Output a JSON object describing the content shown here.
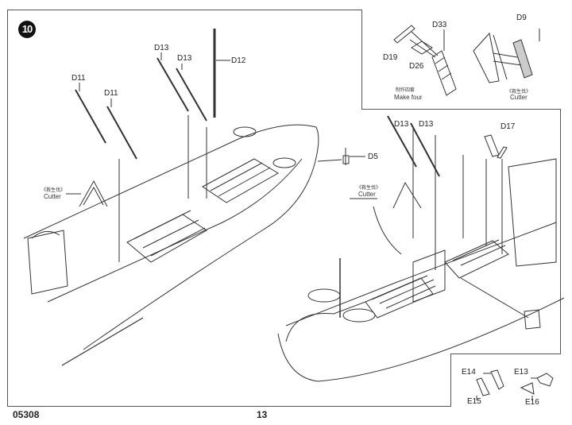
{
  "page": {
    "step_number": "10",
    "kit_code": "05308",
    "page_number": "13"
  },
  "callouts": {
    "d11_a": "D11",
    "d11_b": "D11",
    "d13_a": "D13",
    "d13_b": "D13",
    "d12": "D12",
    "d5": "D5",
    "d13_c": "D13",
    "d13_d": "D13",
    "d17": "D17"
  },
  "cutter_notes": {
    "left": {
      "cn": "《救生伐》",
      "en": "Cutter"
    },
    "right": {
      "cn": "《救生伐》",
      "en": "Cutter"
    }
  },
  "inset_top": {
    "parts": [
      "D33",
      "D19",
      "D26",
      "D9"
    ],
    "make_four_cn": "制作四套",
    "make_four_en": "Make four",
    "cutter_cn": "《救生伐》",
    "cutter_en": "Cutter"
  },
  "inset_bottom": {
    "parts": [
      "E14",
      "E15",
      "E13",
      "E16"
    ]
  }
}
